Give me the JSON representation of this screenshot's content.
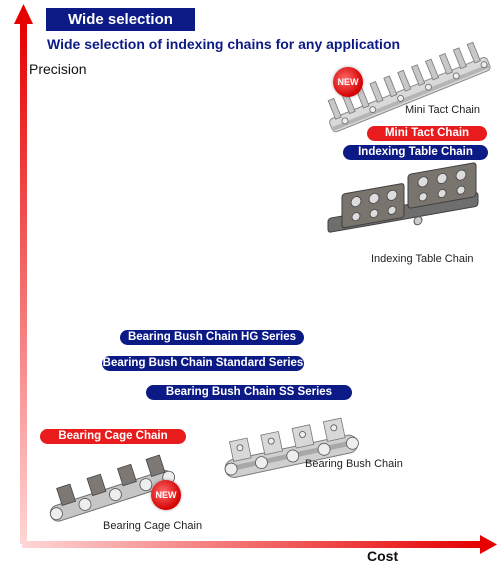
{
  "header": {
    "title": "Wide selection"
  },
  "subtitle": "Wide selection of indexing chains for any application",
  "axes": {
    "y_label": "Precision",
    "x_label": "Cost"
  },
  "badges": {
    "new": "NEW"
  },
  "products": {
    "mini_tact": {
      "pill": "Mini Tact Chain",
      "caption": "Mini Tact Chain"
    },
    "indexing_table": {
      "pill": "Indexing Table Chain",
      "caption": "Indexing Table Chain"
    },
    "bearing_bush_hg": {
      "pill": "Bearing Bush Chain HG Series"
    },
    "bearing_bush_standard": {
      "pill": "Bearing Bush Chain Standard Series"
    },
    "bearing_bush_ss": {
      "pill": "Bearing Bush Chain  SS Series"
    },
    "bearing_bush": {
      "caption": "Bearing Bush Chain"
    },
    "bearing_cage": {
      "pill": "Bearing Cage Chain",
      "caption": "Bearing Cage Chain"
    }
  },
  "colors": {
    "navy": "#0c1a85",
    "red": "#e81c1c",
    "axis_red": "#e60000"
  }
}
